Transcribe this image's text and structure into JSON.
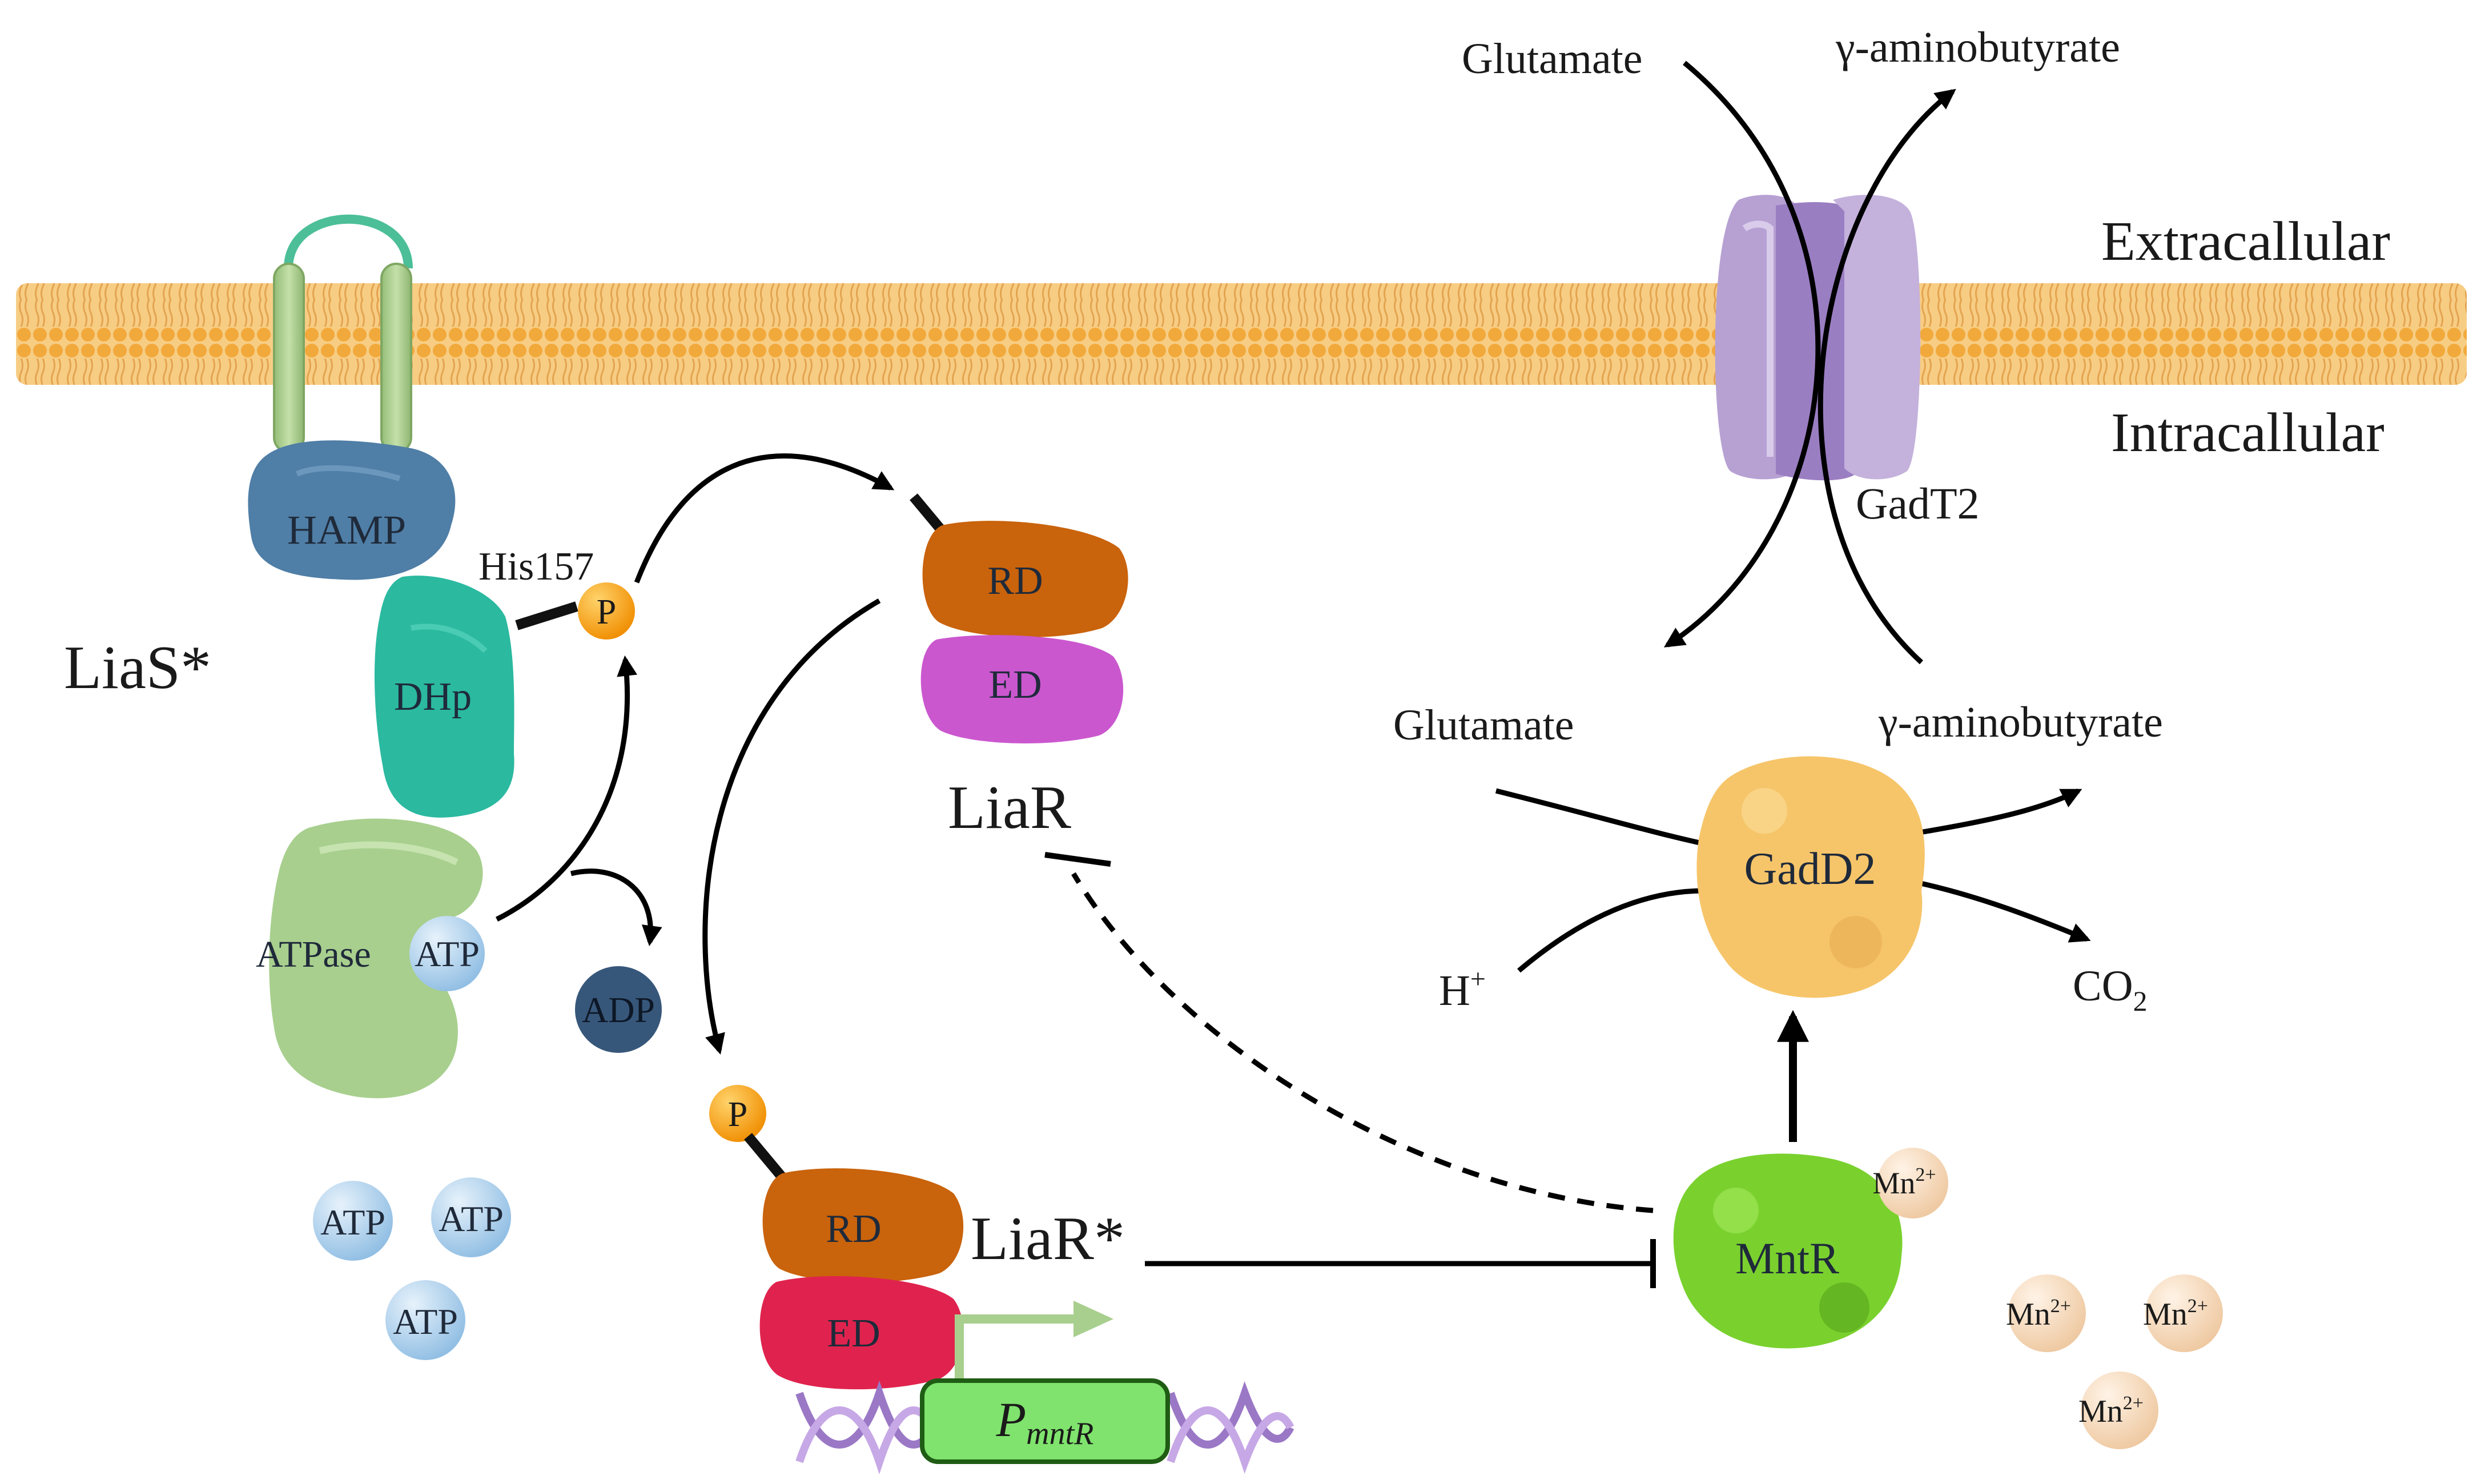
{
  "membrane": {
    "extracellular": "Extracallular",
    "intracellular": "Intracallular"
  },
  "lias": {
    "name": "LiaS*",
    "hamp": "HAMP",
    "dhp": "DHp",
    "atpase": "ATPase",
    "atp_bound": "ATP",
    "his": "His157",
    "phospho": "P"
  },
  "adp": "ADP",
  "free_atp": [
    "ATP",
    "ATP",
    "ATP"
  ],
  "liar": {
    "name": "LiaR",
    "rd": "RD",
    "ed": "ED"
  },
  "liar_active": {
    "name": "LiaR*",
    "rd": "RD",
    "ed": "ED",
    "phospho": "P"
  },
  "promoter": {
    "italic": "P",
    "sub": "mntR"
  },
  "gadt2": {
    "name": "GadT2",
    "glutamate_out": "Glutamate",
    "gaba_out": "γ-aminobutyrate"
  },
  "gadd2": {
    "name": "GadD2",
    "glutamate_in": "Glutamate",
    "gaba_in": "γ-aminobutyrate",
    "proton": "H",
    "proton_sup": "+",
    "co2": "CO",
    "co2_sub": "2"
  },
  "mntr": {
    "name": "MntR",
    "bound_ion": "Mn",
    "ion_sup": "2+"
  },
  "free_mn": [
    {
      "label": "Mn",
      "sup": "2+"
    },
    {
      "label": "Mn",
      "sup": "2+"
    },
    {
      "label": "Mn",
      "sup": "2+"
    }
  ],
  "colors": {
    "membrane": "#f7c97a",
    "lipid_head": "#f2a93b",
    "hamp": "#4f7ea6",
    "dhp": "#2bb9a0",
    "atpase": "#a8cf8e",
    "tm_helix": "#a6c98a",
    "linker": "#4cbf98",
    "atp": "#a9cdea",
    "adp": "#37577a",
    "phospho": "#f6a61b",
    "rd": "#c9630c",
    "ed_inactive": "#cb57cf",
    "ed_active": "#e0234e",
    "promoter": "#7fe36d",
    "gadt2": "#b7a1d3",
    "gadd2": "#f6c56a",
    "mntr": "#7ad12e",
    "mn_ion": "#f6dcc0"
  }
}
